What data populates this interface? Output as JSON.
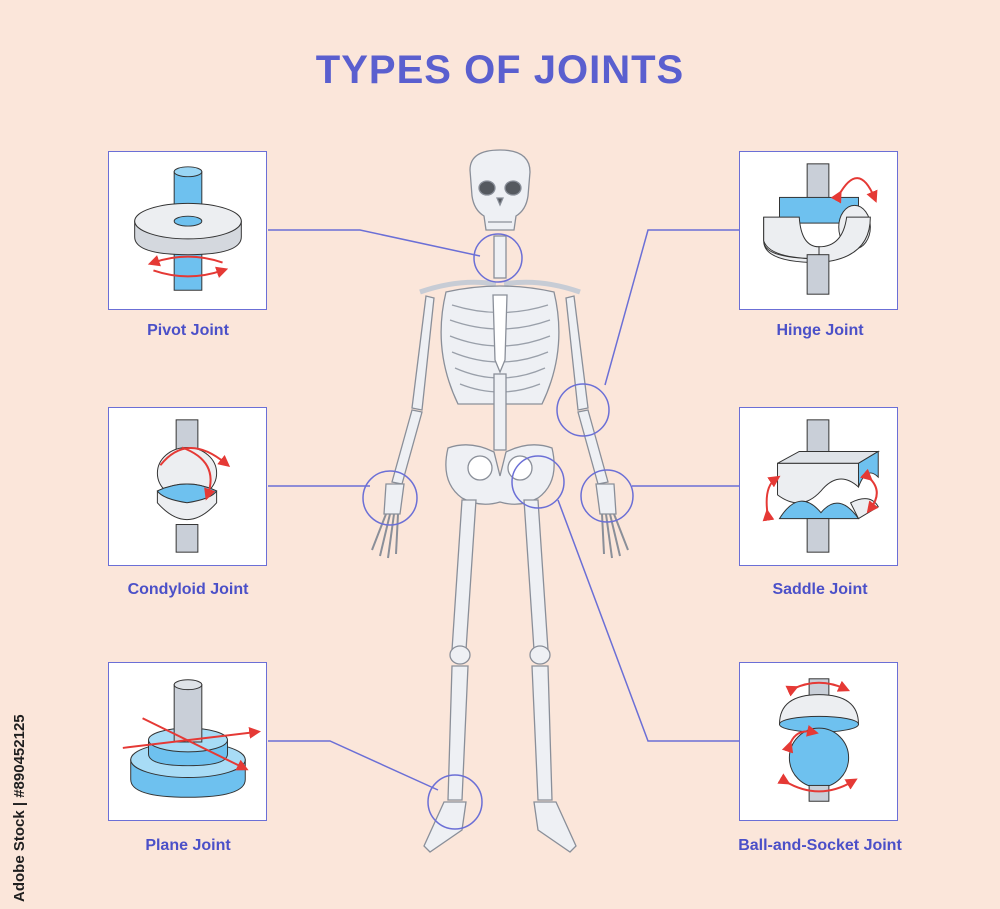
{
  "title": "TYPES OF JOINTS",
  "joints": [
    {
      "label": "Pivot Joint"
    },
    {
      "label": "Condyloid Joint"
    },
    {
      "label": "Plane Joint"
    },
    {
      "label": "Hinge Joint"
    },
    {
      "label": "Saddle Joint"
    },
    {
      "label": "Ball-and-Socket Joint"
    }
  ],
  "watermark": "Adobe Stock | #890452125",
  "colors": {
    "background": "#fbe6da",
    "accent": "#5a5fcf",
    "joint_blue": "#6ec1ef",
    "joint_gray": "#c9cfd8",
    "arrow_red": "#e53935"
  }
}
